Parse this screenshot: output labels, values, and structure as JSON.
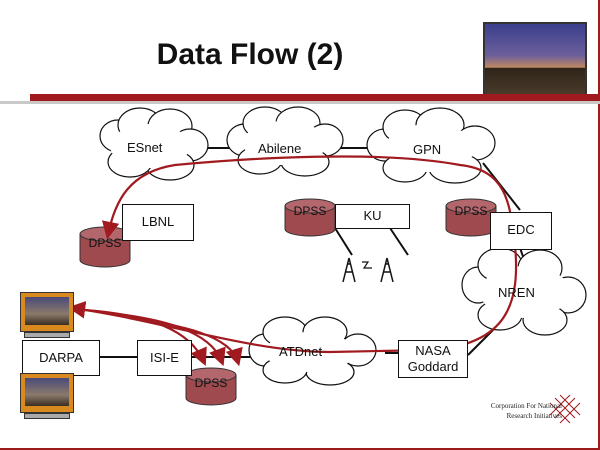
{
  "title": "Data Flow (2)",
  "clouds": {
    "esnet": "ESnet",
    "abilene": "Abilene",
    "gpn": "GPN",
    "nren": "NREN",
    "atdnet": "ATDnet"
  },
  "sites": {
    "lbnl": "LBNL",
    "ku": "KU",
    "edc": "EDC",
    "darpa": "DARPA",
    "isie": "ISI-E",
    "nasa_line1": "NASA",
    "nasa_line2": "Goddard"
  },
  "dpss_label": "DPSS",
  "credit": {
    "line1": "Corporation For National",
    "line2": "Research Initiatives"
  },
  "colors": {
    "flow": "#a01a1f",
    "title_bar": "#a01a1f",
    "disk": "#9e4a4f"
  }
}
